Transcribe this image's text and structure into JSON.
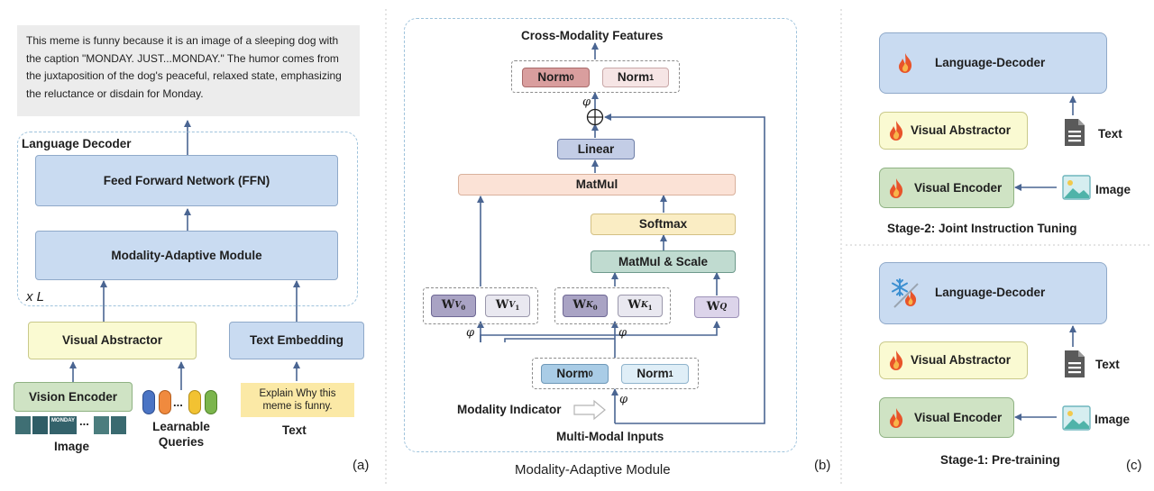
{
  "panel_a": {
    "output_text": "This meme is funny because it is an image of a sleeping dog with the caption \"MONDAY. JUST...MONDAY.\" The humor comes from the juxtaposition of the dog's peaceful, relaxed state, emphasizing the reluctance or disdain for Monday.",
    "decoder_title": "Language Decoder",
    "ffn": "Feed Forward Network (FFN)",
    "mam": "Modality-Adaptive Module",
    "repeat": "x L",
    "visual_abstractor": "Visual Abstractor",
    "text_embedding": "Text Embedding",
    "vision_encoder": "Vision Encoder",
    "thumb_text": "MONDAY",
    "ellipsis": "...",
    "image_label": "Image",
    "queries_label": "Learnable Queries",
    "prompt": "Explain Why this meme is funny.",
    "text_label": "Text",
    "caption": "(a)"
  },
  "panel_b": {
    "output_label": "Cross-Modality Features",
    "norm_top0": "Norm",
    "norm_top1": "Norm",
    "sub0": "0",
    "sub1": "1",
    "phi": "φ",
    "linear": "Linear",
    "matmul": "MatMul",
    "softmax": "Softmax",
    "matmul_scale": "MatMul & Scale",
    "w": "W",
    "norm_bot0": "Norm",
    "norm_bot1": "Norm",
    "modality_indicator": "Modality Indicator",
    "inputs_label": "Multi-Modal Inputs",
    "title": "Modality-Adaptive Module",
    "caption": "(b)"
  },
  "panel_c": {
    "stage2": {
      "decoder": "Language-Decoder",
      "abstractor": "Visual Abstractor",
      "encoder": "Visual Encoder",
      "text": "Text",
      "image": "Image",
      "title": "Stage-2: Joint Instruction Tuning"
    },
    "stage1": {
      "decoder": "Language-Decoder",
      "abstractor": "Visual Abstractor",
      "encoder": "Visual Encoder",
      "text": "Text",
      "image": "Image",
      "title": "Stage-1: Pre-training"
    },
    "caption": "(c)"
  },
  "colors": {
    "arrow": "#4a6592",
    "blue_box": "#c9dbf1",
    "yellow_box": "#fafad2",
    "green_box": "#cfe3c4",
    "dashed_border": "#9fc3dc",
    "flame": "#e8542a",
    "snow": "#3b8fd1"
  },
  "icons": [
    "flame-icon",
    "snowflake-icon",
    "document-icon",
    "image-icon"
  ]
}
